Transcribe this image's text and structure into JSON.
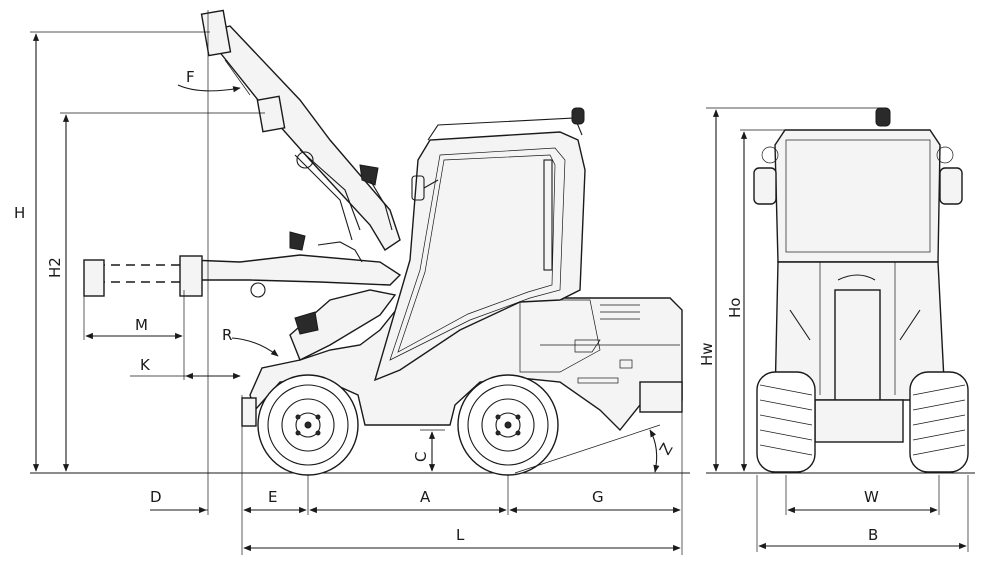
{
  "labels": {
    "H": "H",
    "H2": "H2",
    "F": "F",
    "M": "M",
    "K": "K",
    "R": "R",
    "C": "C",
    "Z": "Z",
    "D": "D",
    "E": "E",
    "A": "A",
    "G": "G",
    "L": "L",
    "Ho": "Ho",
    "Hw": "Hw",
    "W": "W",
    "B": "B"
  }
}
